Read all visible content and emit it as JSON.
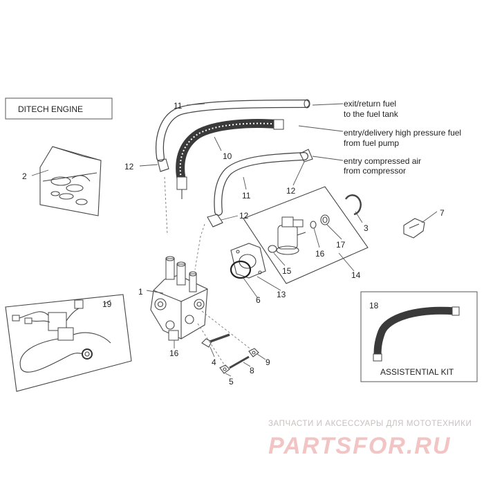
{
  "boxes": {
    "ditech_title": "DITECH ENGINE",
    "assistential_kit_title": "ASSISTENTIAL KIT"
  },
  "annotations": {
    "fuel_return_line1": "exit/return fuel",
    "fuel_return_line2": "to the fuel tank",
    "high_pressure_line1": "entry/delivery high pressure fuel",
    "high_pressure_line2": "from fuel pump",
    "compressed_air_line1": "entry compressed air",
    "compressed_air_line2": "from compressor"
  },
  "callouts": {
    "c1": "1",
    "c2": "2",
    "c3": "3",
    "c4": "4",
    "c5": "5",
    "c6": "6",
    "c7": "7",
    "c8": "8",
    "c9": "9",
    "c10": "10",
    "c11a": "11",
    "c11b": "11",
    "c12a": "12",
    "c12b": "12",
    "c12c": "12",
    "c13": "13",
    "c14": "14",
    "c15": "15",
    "c16a": "16",
    "c16b": "16",
    "c17": "17",
    "c18": "18",
    "c19": "19"
  },
  "watermark": {
    "tagline": "ЗАПЧАСТИ И АКСЕССУАРЫ ДЛЯ МОТОТЕХНИКИ",
    "logo_text": "PARTSFOR.RU"
  },
  "colors": {
    "line": "#444444",
    "watermark_text": "#c9bfbf",
    "watermark_logo": "#f2c4c4",
    "hose_dark": "#3a3a3a"
  }
}
